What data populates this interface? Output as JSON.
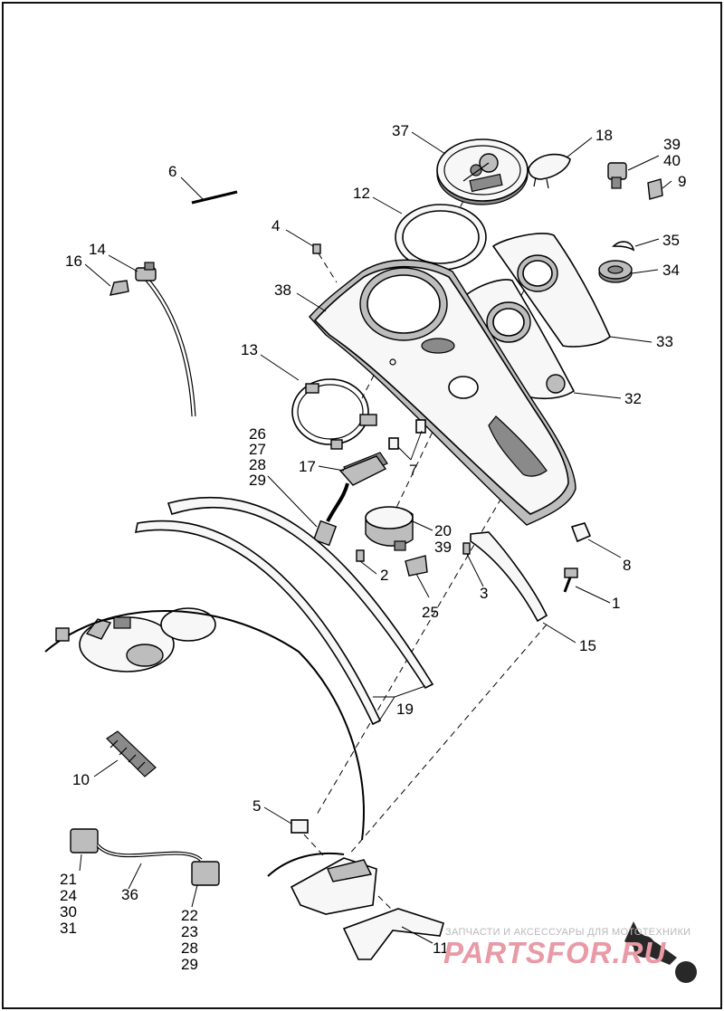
{
  "callouts": [
    {
      "id": "37",
      "text": "37"
    },
    {
      "id": "18",
      "text": "18"
    },
    {
      "id": "39a",
      "text": "39"
    },
    {
      "id": "40",
      "text": "40"
    },
    {
      "id": "9",
      "text": "9"
    },
    {
      "id": "6",
      "text": "6"
    },
    {
      "id": "12",
      "text": "12"
    },
    {
      "id": "4",
      "text": "4"
    },
    {
      "id": "35",
      "text": "35"
    },
    {
      "id": "14",
      "text": "14"
    },
    {
      "id": "16",
      "text": "16"
    },
    {
      "id": "34",
      "text": "34"
    },
    {
      "id": "38",
      "text": "38"
    },
    {
      "id": "33",
      "text": "33"
    },
    {
      "id": "13",
      "text": "13"
    },
    {
      "id": "32",
      "text": "32"
    },
    {
      "id": "26",
      "text": "26"
    },
    {
      "id": "27",
      "text": "27"
    },
    {
      "id": "28a",
      "text": "28"
    },
    {
      "id": "29a",
      "text": "29"
    },
    {
      "id": "17",
      "text": "17"
    },
    {
      "id": "7",
      "text": "7"
    },
    {
      "id": "20",
      "text": "20"
    },
    {
      "id": "39b",
      "text": "39"
    },
    {
      "id": "8",
      "text": "8"
    },
    {
      "id": "2",
      "text": "2"
    },
    {
      "id": "3",
      "text": "3"
    },
    {
      "id": "1",
      "text": "1"
    },
    {
      "id": "25",
      "text": "25"
    },
    {
      "id": "15",
      "text": "15"
    },
    {
      "id": "19",
      "text": "19"
    },
    {
      "id": "10",
      "text": "10"
    },
    {
      "id": "5",
      "text": "5"
    },
    {
      "id": "21",
      "text": "21"
    },
    {
      "id": "24",
      "text": "24"
    },
    {
      "id": "30",
      "text": "30"
    },
    {
      "id": "31",
      "text": "31"
    },
    {
      "id": "36",
      "text": "36"
    },
    {
      "id": "22",
      "text": "22"
    },
    {
      "id": "23",
      "text": "23"
    },
    {
      "id": "28b",
      "text": "28"
    },
    {
      "id": "29b",
      "text": "29"
    },
    {
      "id": "11",
      "text": "11"
    }
  ],
  "watermark": {
    "caption": "ЗАПЧАСТИ И АКСЕССУАРЫ ДЛЯ МОТОТЕХНИКИ",
    "brand": "PARTSFOR.RU",
    "brand_color": "#e89aa6"
  }
}
